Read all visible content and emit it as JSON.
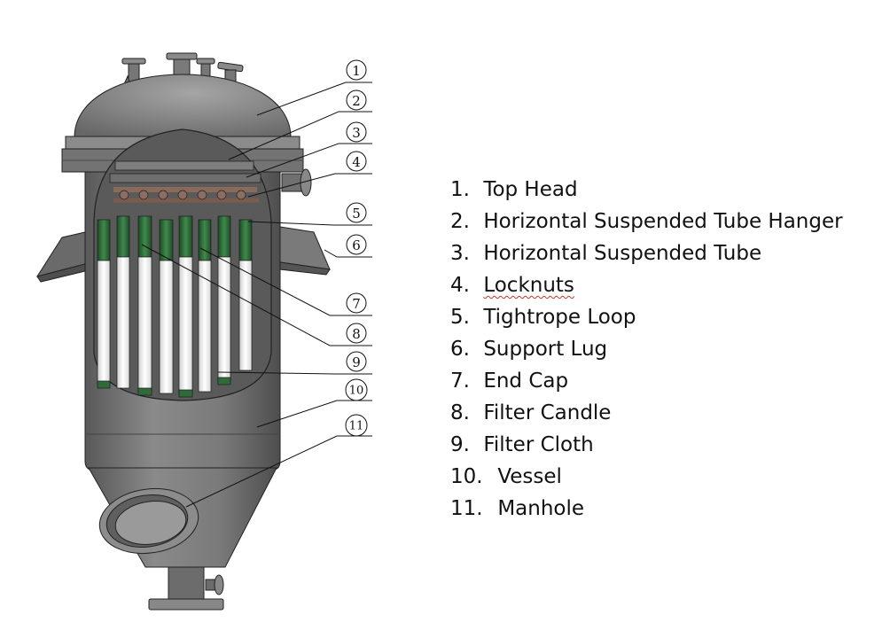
{
  "legend": [
    {
      "num": "1.",
      "label": "Top Head"
    },
    {
      "num": "2.",
      "label": "Horizontal Suspended Tube Hanger"
    },
    {
      "num": "3.",
      "label": "Horizontal Suspended Tube"
    },
    {
      "num": "4.",
      "label": "Locknuts"
    },
    {
      "num": "5.",
      "label": "Tightrope Loop"
    },
    {
      "num": "6.",
      "label": "Support Lug"
    },
    {
      "num": "7.",
      "label": "End Cap"
    },
    {
      "num": "8.",
      "label": "Filter Candle"
    },
    {
      "num": "9.",
      "label": "Filter Cloth"
    },
    {
      "num": "10.",
      "label": "Vessel"
    },
    {
      "num": "11.",
      "label": "Manhole"
    }
  ],
  "callouts": [
    "1",
    "2",
    "3",
    "4",
    "5",
    "6",
    "7",
    "8",
    "9",
    "10",
    "11"
  ],
  "colors": {
    "vessel_body": "#7d7d7d",
    "vessel_shade": "#5a5a5a",
    "interior": "#6b6b6b",
    "candle_green": "#2f6b3a",
    "filter_cloth": "#f4f4f4",
    "outline": "#222222",
    "spellcheck_underline": "#c0392b"
  }
}
